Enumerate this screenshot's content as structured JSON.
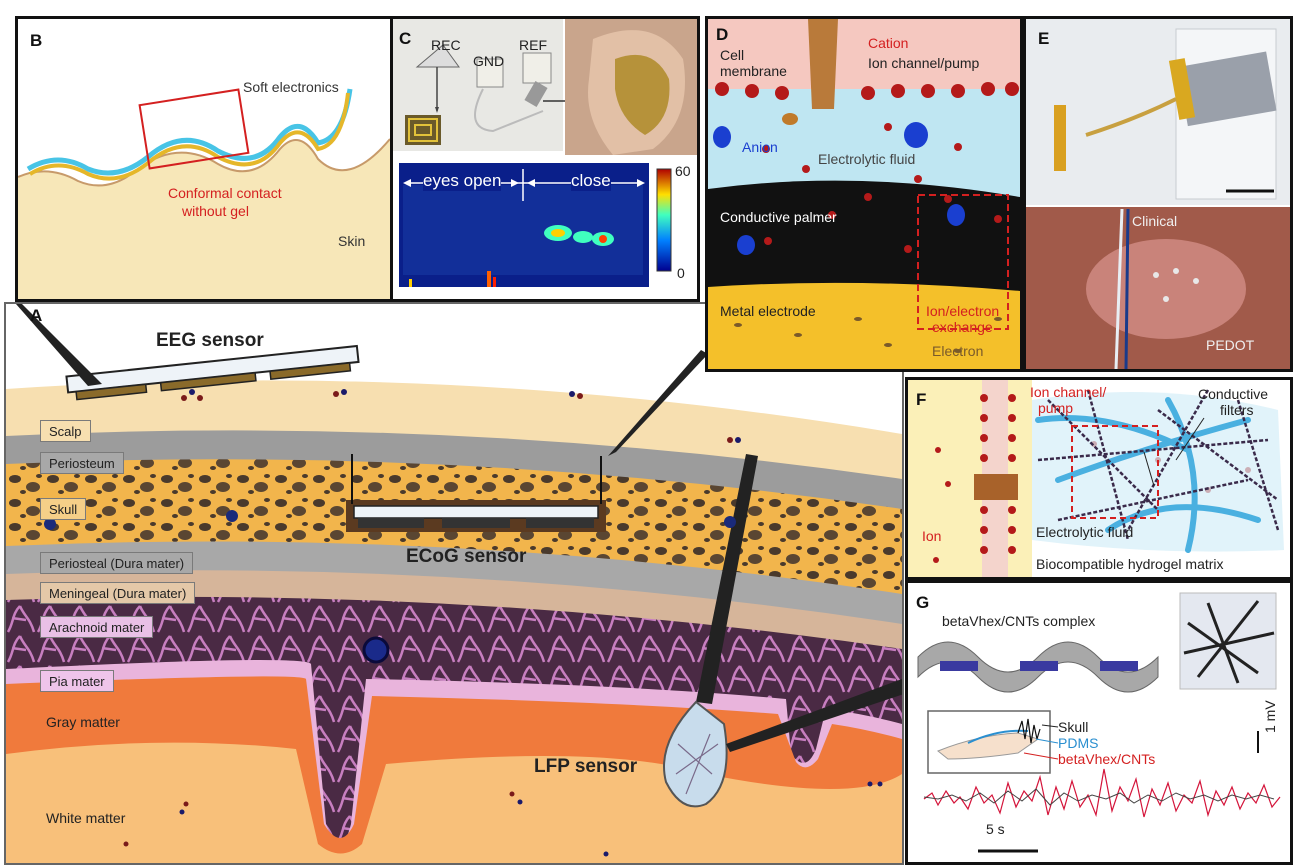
{
  "panels": {
    "A": {
      "label": "A",
      "eeg_sensor": "EEG sensor",
      "ecog_sensor": "ECoG sensor",
      "lfp_sensor": "LFP sensor",
      "layers": [
        "Scalp",
        "Periosteum",
        "Skull",
        "Periosteal (Dura mater)",
        "Meningeal (Dura mater)",
        "Arachnoid mater",
        "Pia mater"
      ],
      "gray_matter": "Gray matter",
      "white_matter": "White matter"
    },
    "B": {
      "label": "B",
      "soft_electronics": "Soft electronics",
      "conformal_line1": "Conformal contact",
      "conformal_line2": "without gel",
      "skin": "Skin"
    },
    "C": {
      "label": "C",
      "rec": "REC",
      "gnd": "GND",
      "ref": "REF",
      "eyes_open": "eyes open",
      "close": "close",
      "scale_max": "60",
      "scale_min": "0"
    },
    "D": {
      "label": "D",
      "cell_membrane_1": "Cell",
      "cell_membrane_2": "membrane",
      "cation": "Cation",
      "ion_channel": "Ion channel/pump",
      "anion": "Anion",
      "electrolytic_fluid": "Electrolytic fluid",
      "conductive_palmer": "Conductive palmer",
      "metal_electrode": "Metal electrode",
      "exchange_1": "Ion/electron",
      "exchange_2": "exchange",
      "electron": "Electron"
    },
    "E": {
      "label": "E",
      "clinical": "Clinical",
      "pedot": "PEDOT"
    },
    "F": {
      "label": "F",
      "ion_channel_1": "Ion channel/",
      "ion_channel_2": "pump",
      "conductive_1": "Conductive",
      "conductive_2": "filters",
      "ion": "Ion",
      "electrolytic_fluid": "Electrolytic fluid",
      "matrix": "Biocompatible hydrogel matrix"
    },
    "G": {
      "label": "G",
      "complex": "betaVhex/CNTs complex",
      "skull": "Skull",
      "pdms": "PDMS",
      "beta": "betaVhex/CNTs",
      "mv": "1 mV",
      "seconds": "5 s"
    }
  },
  "colors": {
    "accent_red": "#d42020",
    "pdms_blue": "#2a8fd0",
    "skin": "#f7e7b8",
    "skull": "#f2b54c",
    "brain_gray": "#f07a3c",
    "brain_white": "#f8c07a",
    "pia": "#e9b4dc"
  }
}
